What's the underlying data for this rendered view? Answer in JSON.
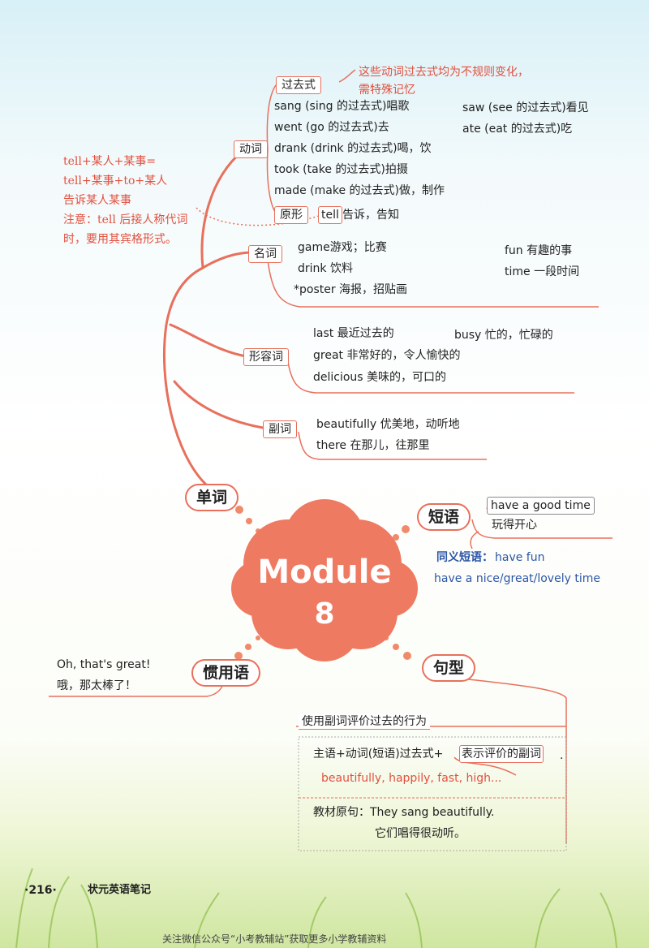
{
  "center": {
    "title": "Module",
    "number": "8"
  },
  "branches": {
    "words": "单词",
    "phrases": "短语",
    "idioms": "惯用语",
    "sentences": "句型"
  },
  "verb": {
    "label": "动词",
    "past_label": "过去式",
    "past_note_line1": "这些动词过去式均为不规则变化，",
    "past_note_line2": "需特殊记忆",
    "past_left": [
      "sang (sing 的过去式)唱歌",
      "went (go 的过去式)去",
      "drank (drink 的过去式)喝，饮",
      "took (take 的过去式)拍摄",
      "made (make 的过去式)做，制作"
    ],
    "past_right": [
      "saw (see 的过去式)看见",
      "ate (eat 的过去式)吃"
    ],
    "base_label": "原形",
    "tell_word": "tell",
    "tell_meaning": "告诉，告知"
  },
  "tell_note": [
    "tell+某人+某事=",
    "tell+某事+to+某人",
    "告诉某人某事",
    "注意：tell 后接人称代词",
    "时，要用其宾格形式。"
  ],
  "noun": {
    "label": "名词",
    "left": [
      "game游戏；比赛",
      "drink 饮料",
      "*poster 海报，招贴画"
    ],
    "right": [
      "fun 有趣的事",
      "time 一段时间"
    ]
  },
  "adjective": {
    "label": "形容词",
    "left": [
      "last 最近过去的",
      "great 非常好的，令人愉快的",
      "delicious 美味的，可口的"
    ],
    "right": [
      "busy 忙的，忙碌的"
    ]
  },
  "adverb": {
    "label": "副词",
    "items": [
      "beautifully 优美地，动听地",
      "there 在那儿，往那里"
    ]
  },
  "phrase": {
    "main": "have a good time",
    "meaning": "玩得开心",
    "synonym_label": "同义短语：",
    "synonym_1": "have fun",
    "synonym_2": "have a nice/great/lovely time"
  },
  "idiom": {
    "en": "Oh, that's great!",
    "zh": "哦，那太棒了！"
  },
  "pattern": {
    "title": "使用副词评价过去的行为",
    "structure_a": "主语+动词(短语)过去式+",
    "structure_b": "表示评价的副词",
    "structure_c": ".",
    "examples": "beautifully, happily, fast, high...",
    "original_label": "教材原句：They sang beautifully.",
    "original_zh": "它们唱得很动听。"
  },
  "footer": {
    "page": "·216·",
    "book": "状元英语笔记",
    "watermark": "关注微信公众号“小考教辅站”获取更多小学教辅资料"
  }
}
